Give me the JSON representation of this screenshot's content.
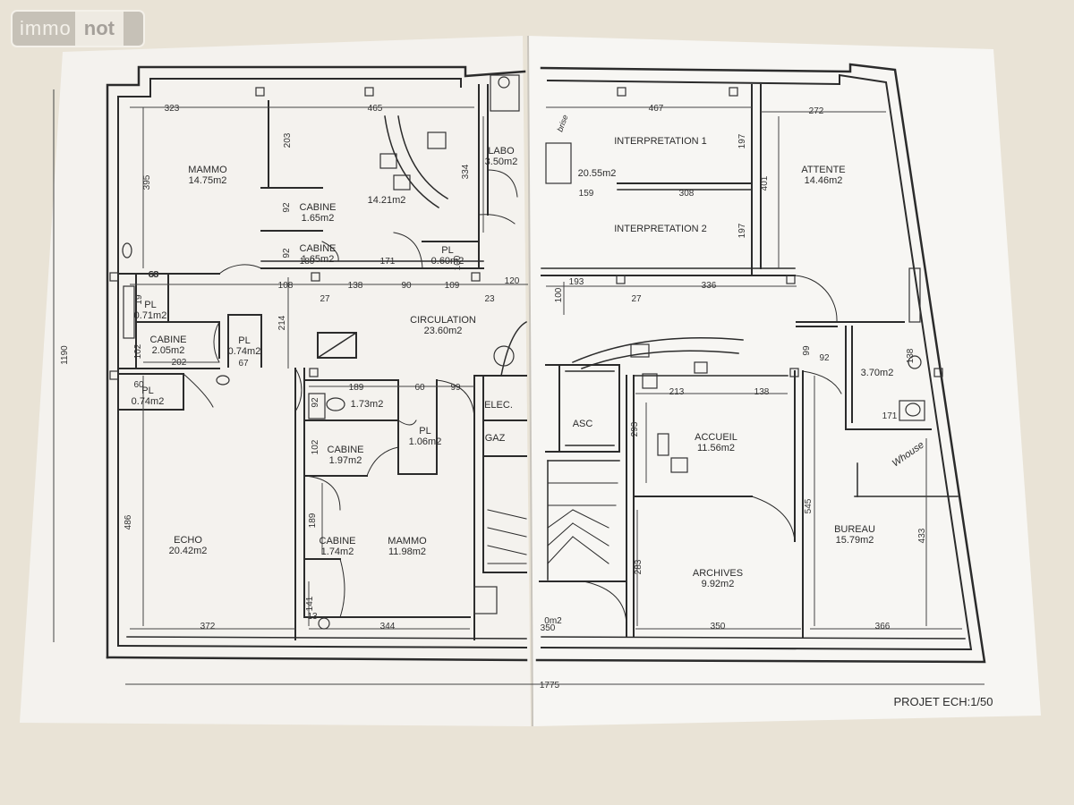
{
  "watermark": {
    "part1": "immo",
    "part2": "not"
  },
  "footer": "PROJET ECH:1/50",
  "rooms": [
    {
      "id": "mammo-1",
      "name": "MAMMO",
      "area": "14.75m2"
    },
    {
      "id": "unnamed-1421",
      "name": "",
      "area": "14.21m2"
    },
    {
      "id": "cabine-165a",
      "name": "CABINE",
      "area": "1.65m2"
    },
    {
      "id": "cabine-165b",
      "name": "CABINE",
      "area": "1.65m2"
    },
    {
      "id": "labo",
      "name": "LABO",
      "area": "3.50m2"
    },
    {
      "id": "pl-060",
      "name": "PL",
      "area": "0.60m2"
    },
    {
      "id": "pl-071",
      "name": "PL",
      "area": "0.71m2"
    },
    {
      "id": "cabine-205",
      "name": "CABINE",
      "area": "2.05m2"
    },
    {
      "id": "pl-074a",
      "name": "PL",
      "area": "0.74m2"
    },
    {
      "id": "circulation",
      "name": "CIRCULATION",
      "area": "23.60m2"
    },
    {
      "id": "pl-074b",
      "name": "PL",
      "area": "0.74m2"
    },
    {
      "id": "wc-173",
      "name": "",
      "area": "1.73m2"
    },
    {
      "id": "pl-106",
      "name": "PL",
      "area": "1.06m2"
    },
    {
      "id": "cabine-197",
      "name": "CABINE",
      "area": "1.97m2"
    },
    {
      "id": "echo",
      "name": "ECHO",
      "area": "20.42m2"
    },
    {
      "id": "cabine-174",
      "name": "CABINE",
      "area": "1.74m2"
    },
    {
      "id": "mammo-2",
      "name": "MAMMO",
      "area": "11.98m2"
    },
    {
      "id": "interp-1",
      "name": "INTERPRETATION 1",
      "area": ""
    },
    {
      "id": "interp-2",
      "name": "INTERPRETATION 2",
      "area": ""
    },
    {
      "id": "unnamed-2055",
      "name": "",
      "area": "20.55m2"
    },
    {
      "id": "attente",
      "name": "ATTENTE",
      "area": "14.46m2"
    },
    {
      "id": "unnamed-370",
      "name": "",
      "area": "3.70m2"
    },
    {
      "id": "accueil",
      "name": "ACCUEIL",
      "area": "11.56m2"
    },
    {
      "id": "asc",
      "name": "ASC",
      "area": ""
    },
    {
      "id": "archives",
      "name": "ARCHIVES",
      "area": "9.92m2"
    },
    {
      "id": "bureau",
      "name": "BUREAU",
      "area": "15.79m2"
    },
    {
      "id": "elec",
      "name": "ELEC.",
      "area": ""
    },
    {
      "id": "gaz",
      "name": "GAZ",
      "area": ""
    }
  ],
  "partial_area": "0m2",
  "dimensions": [
    "323",
    "465",
    "467",
    "272",
    "395",
    "203",
    "92",
    "92",
    "334",
    "197",
    "401",
    "159",
    "308",
    "197",
    "180",
    "171",
    "60",
    "108",
    "27",
    "138",
    "90",
    "109",
    "23",
    "120",
    "100",
    "100",
    "193",
    "27",
    "336",
    "60",
    "19",
    "214",
    "102",
    "202",
    "67",
    "189",
    "60",
    "99",
    "213",
    "138",
    "99",
    "92",
    "138",
    "171",
    "60",
    "92",
    "102",
    "486",
    "189",
    "293",
    "545",
    "433",
    "141",
    "13",
    "372",
    "344",
    "283",
    "350",
    "350",
    "366",
    "1190",
    "1775"
  ],
  "handwritten": [
    "brise",
    "Whouse"
  ]
}
